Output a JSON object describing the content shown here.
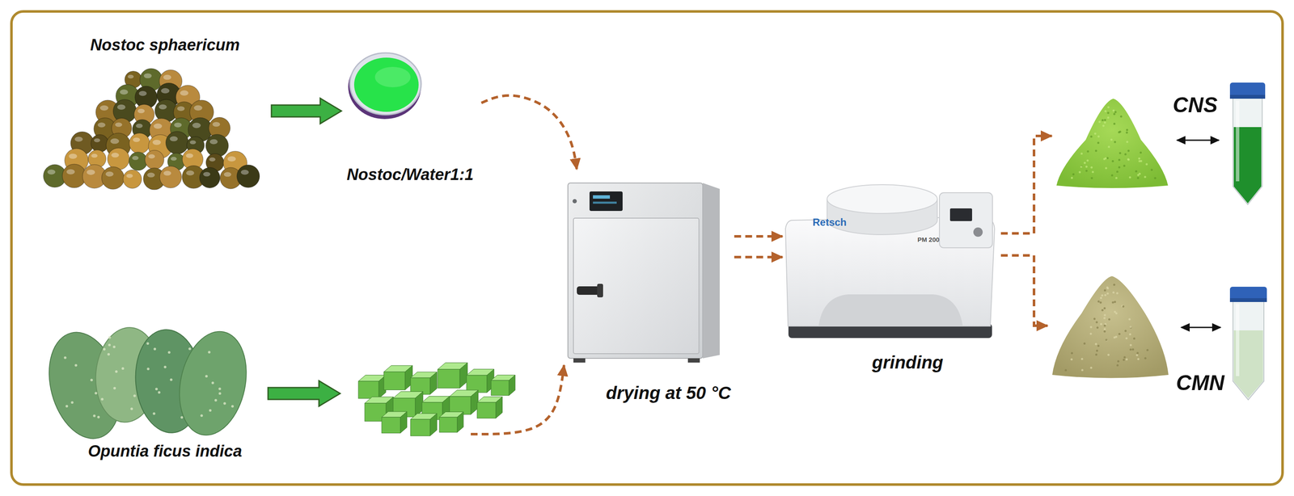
{
  "diagram": {
    "nodes": [
      {
        "text": [
          "Nostoc sphaericum"
        ]
      },
      {
        "text": [
          "Nostoc/Water1:1"
        ]
      },
      {
        "text": [
          "Opuntia ficus indica"
        ]
      },
      {
        "text": [
          "drying at 50 °C"
        ]
      },
      {
        "text": [
          "grinding"
        ]
      },
      {
        "text": [
          "CNS"
        ]
      },
      {
        "text": [
          "CMN"
        ]
      }
    ],
    "edges": [
      {
        "from": 0,
        "to": 1,
        "arrow": "to"
      },
      {
        "from": 1,
        "to": 3,
        "arrow": "to"
      },
      {
        "from": 2,
        "to": 3,
        "arrow": "to"
      },
      {
        "from": 3,
        "to": 4,
        "arrow": "to"
      },
      {
        "from": 3,
        "to": 4,
        "arrow": "to"
      },
      {
        "from": 4,
        "to": 5,
        "arrow": "to"
      },
      {
        "from": 4,
        "to": 6,
        "arrow": "to"
      }
    ],
    "labels": [
      "Retsch",
      "PM 200"
    ]
  }
}
